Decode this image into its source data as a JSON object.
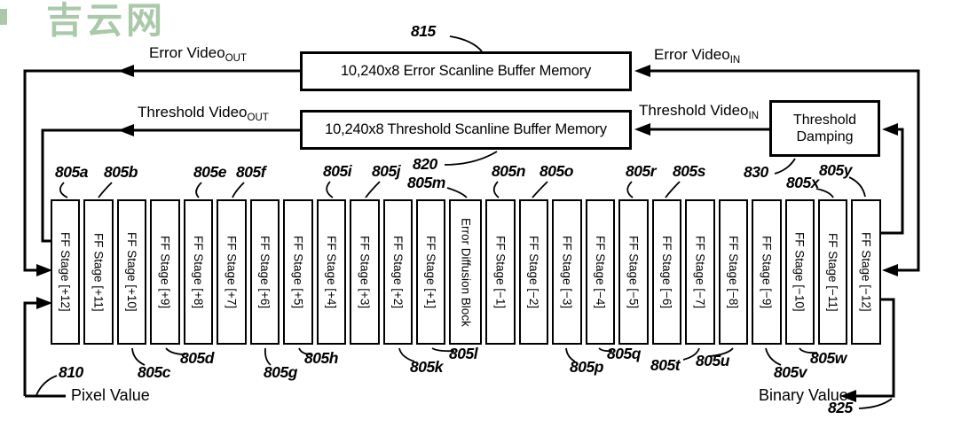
{
  "watermark": {
    "text": "吉云网",
    "color": "#a9c9a9"
  },
  "buffers": {
    "error": "10,240x8 Error Scanline Buffer Memory",
    "threshold": "10,240x8 Threshold Scanline Buffer Memory"
  },
  "damping": {
    "line1": "Threshold",
    "line2": "Damping"
  },
  "signals": {
    "error_out": {
      "text": "Error Video",
      "sub": "OUT"
    },
    "error_in": {
      "text": "Error Video",
      "sub": "IN"
    },
    "threshold_out": {
      "text": "Threshold Video",
      "sub": "OUT"
    },
    "threshold_in": {
      "text": "Threshold Video",
      "sub": "IN"
    }
  },
  "io": {
    "pixel": "Pixel Value",
    "binary": "Binary Value"
  },
  "refs": {
    "r810": "810",
    "r815": "815",
    "r820": "820",
    "r825": "825",
    "r830": "830"
  },
  "stages": [
    {
      "ref": "805a",
      "label": "FF Stage [+12]"
    },
    {
      "ref": "805b",
      "label": "FF Stage [+11]"
    },
    {
      "ref": "805c",
      "label": "FF Stage [+10]"
    },
    {
      "ref": "805d",
      "label": "FF Stage [+9]"
    },
    {
      "ref": "805e",
      "label": "FF Stage [+8]"
    },
    {
      "ref": "805f",
      "label": "FF Stage [+7]"
    },
    {
      "ref": "805g",
      "label": "FF Stage [+6]"
    },
    {
      "ref": "805h",
      "label": "FF Stage [+5]"
    },
    {
      "ref": "805i",
      "label": "FF Stage [+4]"
    },
    {
      "ref": "805j",
      "label": "FF Stage [+3]"
    },
    {
      "ref": "805k",
      "label": "FF Stage [+2]"
    },
    {
      "ref": "805l",
      "label": "FF Stage [+1]"
    },
    {
      "ref": "805m",
      "label": "Error Diffusion Block"
    },
    {
      "ref": "805n",
      "label": "FF Stage [−1]"
    },
    {
      "ref": "805o",
      "label": "FF Stage [−2]"
    },
    {
      "ref": "805p",
      "label": "FF Stage [−3]"
    },
    {
      "ref": "805q",
      "label": "FF Stage [−4]"
    },
    {
      "ref": "805r",
      "label": "FF Stage [−5]"
    },
    {
      "ref": "805s",
      "label": "FF Stage [−6]"
    },
    {
      "ref": "805t",
      "label": "FF Stage [−7]"
    },
    {
      "ref": "805u",
      "label": "FF Stage [−8]"
    },
    {
      "ref": "805v",
      "label": "FF Stage [−9]"
    },
    {
      "ref": "805w",
      "label": "FF Stage [−10]"
    },
    {
      "ref": "805x",
      "label": "FF Stage [−11]"
    },
    {
      "ref": "805y",
      "label": "FF Stage [−12]"
    }
  ]
}
